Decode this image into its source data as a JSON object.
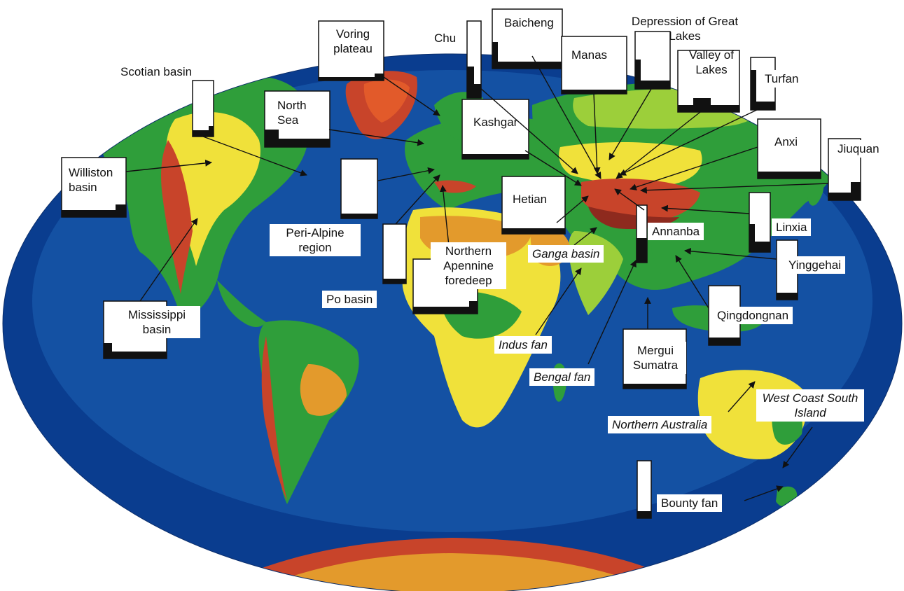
{
  "colors": {
    "ocean_deep": "#0a3d8f",
    "ocean": "#1f6fc0",
    "shelf": "#4fa9dc",
    "lowland": "#2f9e3a",
    "plain": "#9ccf3a",
    "plateau": "#f0e13a",
    "upland": "#e39a2c",
    "mountain": "#c8442a",
    "ice": "#f4f4f4",
    "frame_line": "#111111",
    "histogram": "#111111"
  },
  "icons": {
    "histogram": "histogram-icon",
    "leader": "arrow-icon"
  },
  "labels": {
    "scotian_basin": "Scotian basin",
    "voring_plateau": "Voring plateau",
    "chu": "Chu",
    "baicheng": "Baicheng",
    "depression_great_lakes": "Depression of Great Lakes",
    "manas": "Manas",
    "valley_of_lakes": "Valley of Lakes",
    "turfan": "Turfan",
    "north_sea": "North Sea",
    "kashgar": "Kashgar",
    "anxi": "Anxi",
    "jiuquan": "Jiuquan",
    "williston_basin": "Williston basin",
    "hetian": "Hetian",
    "linxia": "Linxia",
    "peri_alpine": "Peri-Alpine region",
    "annanba": "Annanba",
    "northern_apennine": "Northern Apennine foredeep",
    "ganga_basin": "Ganga basin",
    "yinggehai": "Yinggehai",
    "po_basin": "Po basin",
    "qingdongnan": "Qingdongnan",
    "mississippi_basin": "Mississippi basin",
    "indus_fan": "Indus fan",
    "mergui_sumatra": "Mergui Sumatra",
    "bengal_fan": "Bengal fan",
    "west_coast_south_island": "West Coast South Island",
    "northern_australia": "Northern Australia",
    "bounty_fan": "Bounty fan"
  }
}
